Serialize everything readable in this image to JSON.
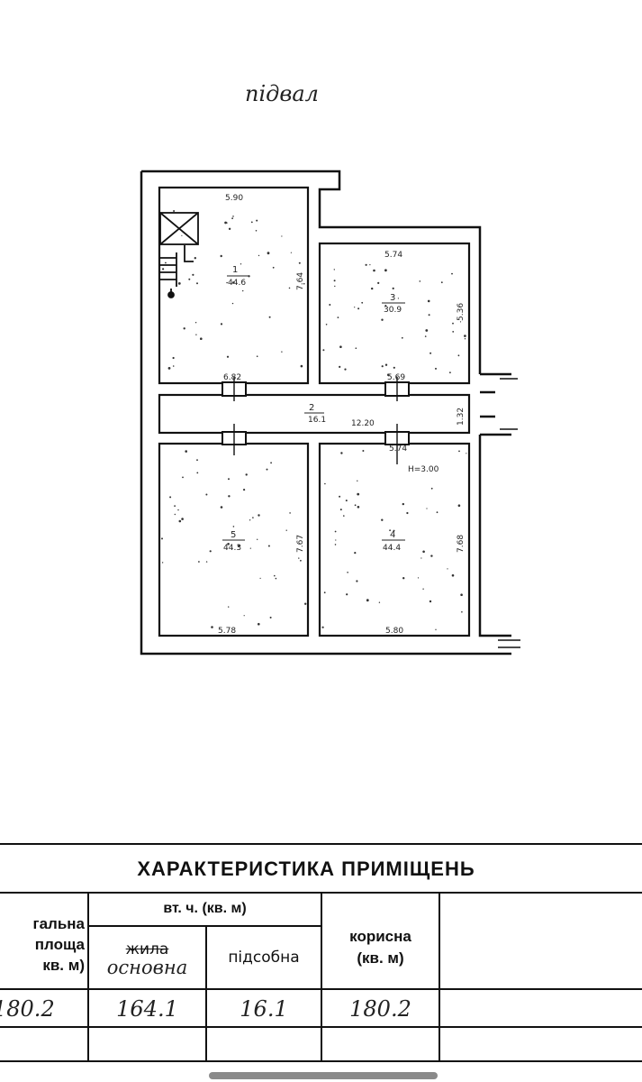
{
  "floor_title": "підвал",
  "plan": {
    "rooms": [
      {
        "number": "1",
        "area": "44.6",
        "width": "5.90",
        "length": "7.64"
      },
      {
        "number": "2",
        "area": "16.1",
        "width": "12.20",
        "length": "1.32"
      },
      {
        "number": "3",
        "area": "30.9",
        "width": "5.74",
        "length": "5.36"
      },
      {
        "number": "4",
        "area": "44.4",
        "width": "5.80",
        "length": "7.68"
      },
      {
        "number": "5",
        "area": "44.3",
        "width": "5.78",
        "length": "7.67"
      }
    ],
    "extra_dimensions": [
      "6.82",
      "5.69",
      "5.74"
    ],
    "height": "H=3.00"
  },
  "table": {
    "title": "ХАРАКТЕРИСТИКА  ПРИМІЩЕНЬ",
    "col_total": [
      "гальна",
      "площа",
      "кв. м)"
    ],
    "col_group": "вт. ч. (кв. м)",
    "col_living_struck": "жила",
    "col_living_handwritten": "основна",
    "col_auxiliary": "підсобна",
    "col_useful": [
      "корисна",
      "(кв. м)"
    ],
    "values": {
      "total": "180.2",
      "main": "164.1",
      "auxiliary": "16.1",
      "useful": "180.2"
    }
  }
}
